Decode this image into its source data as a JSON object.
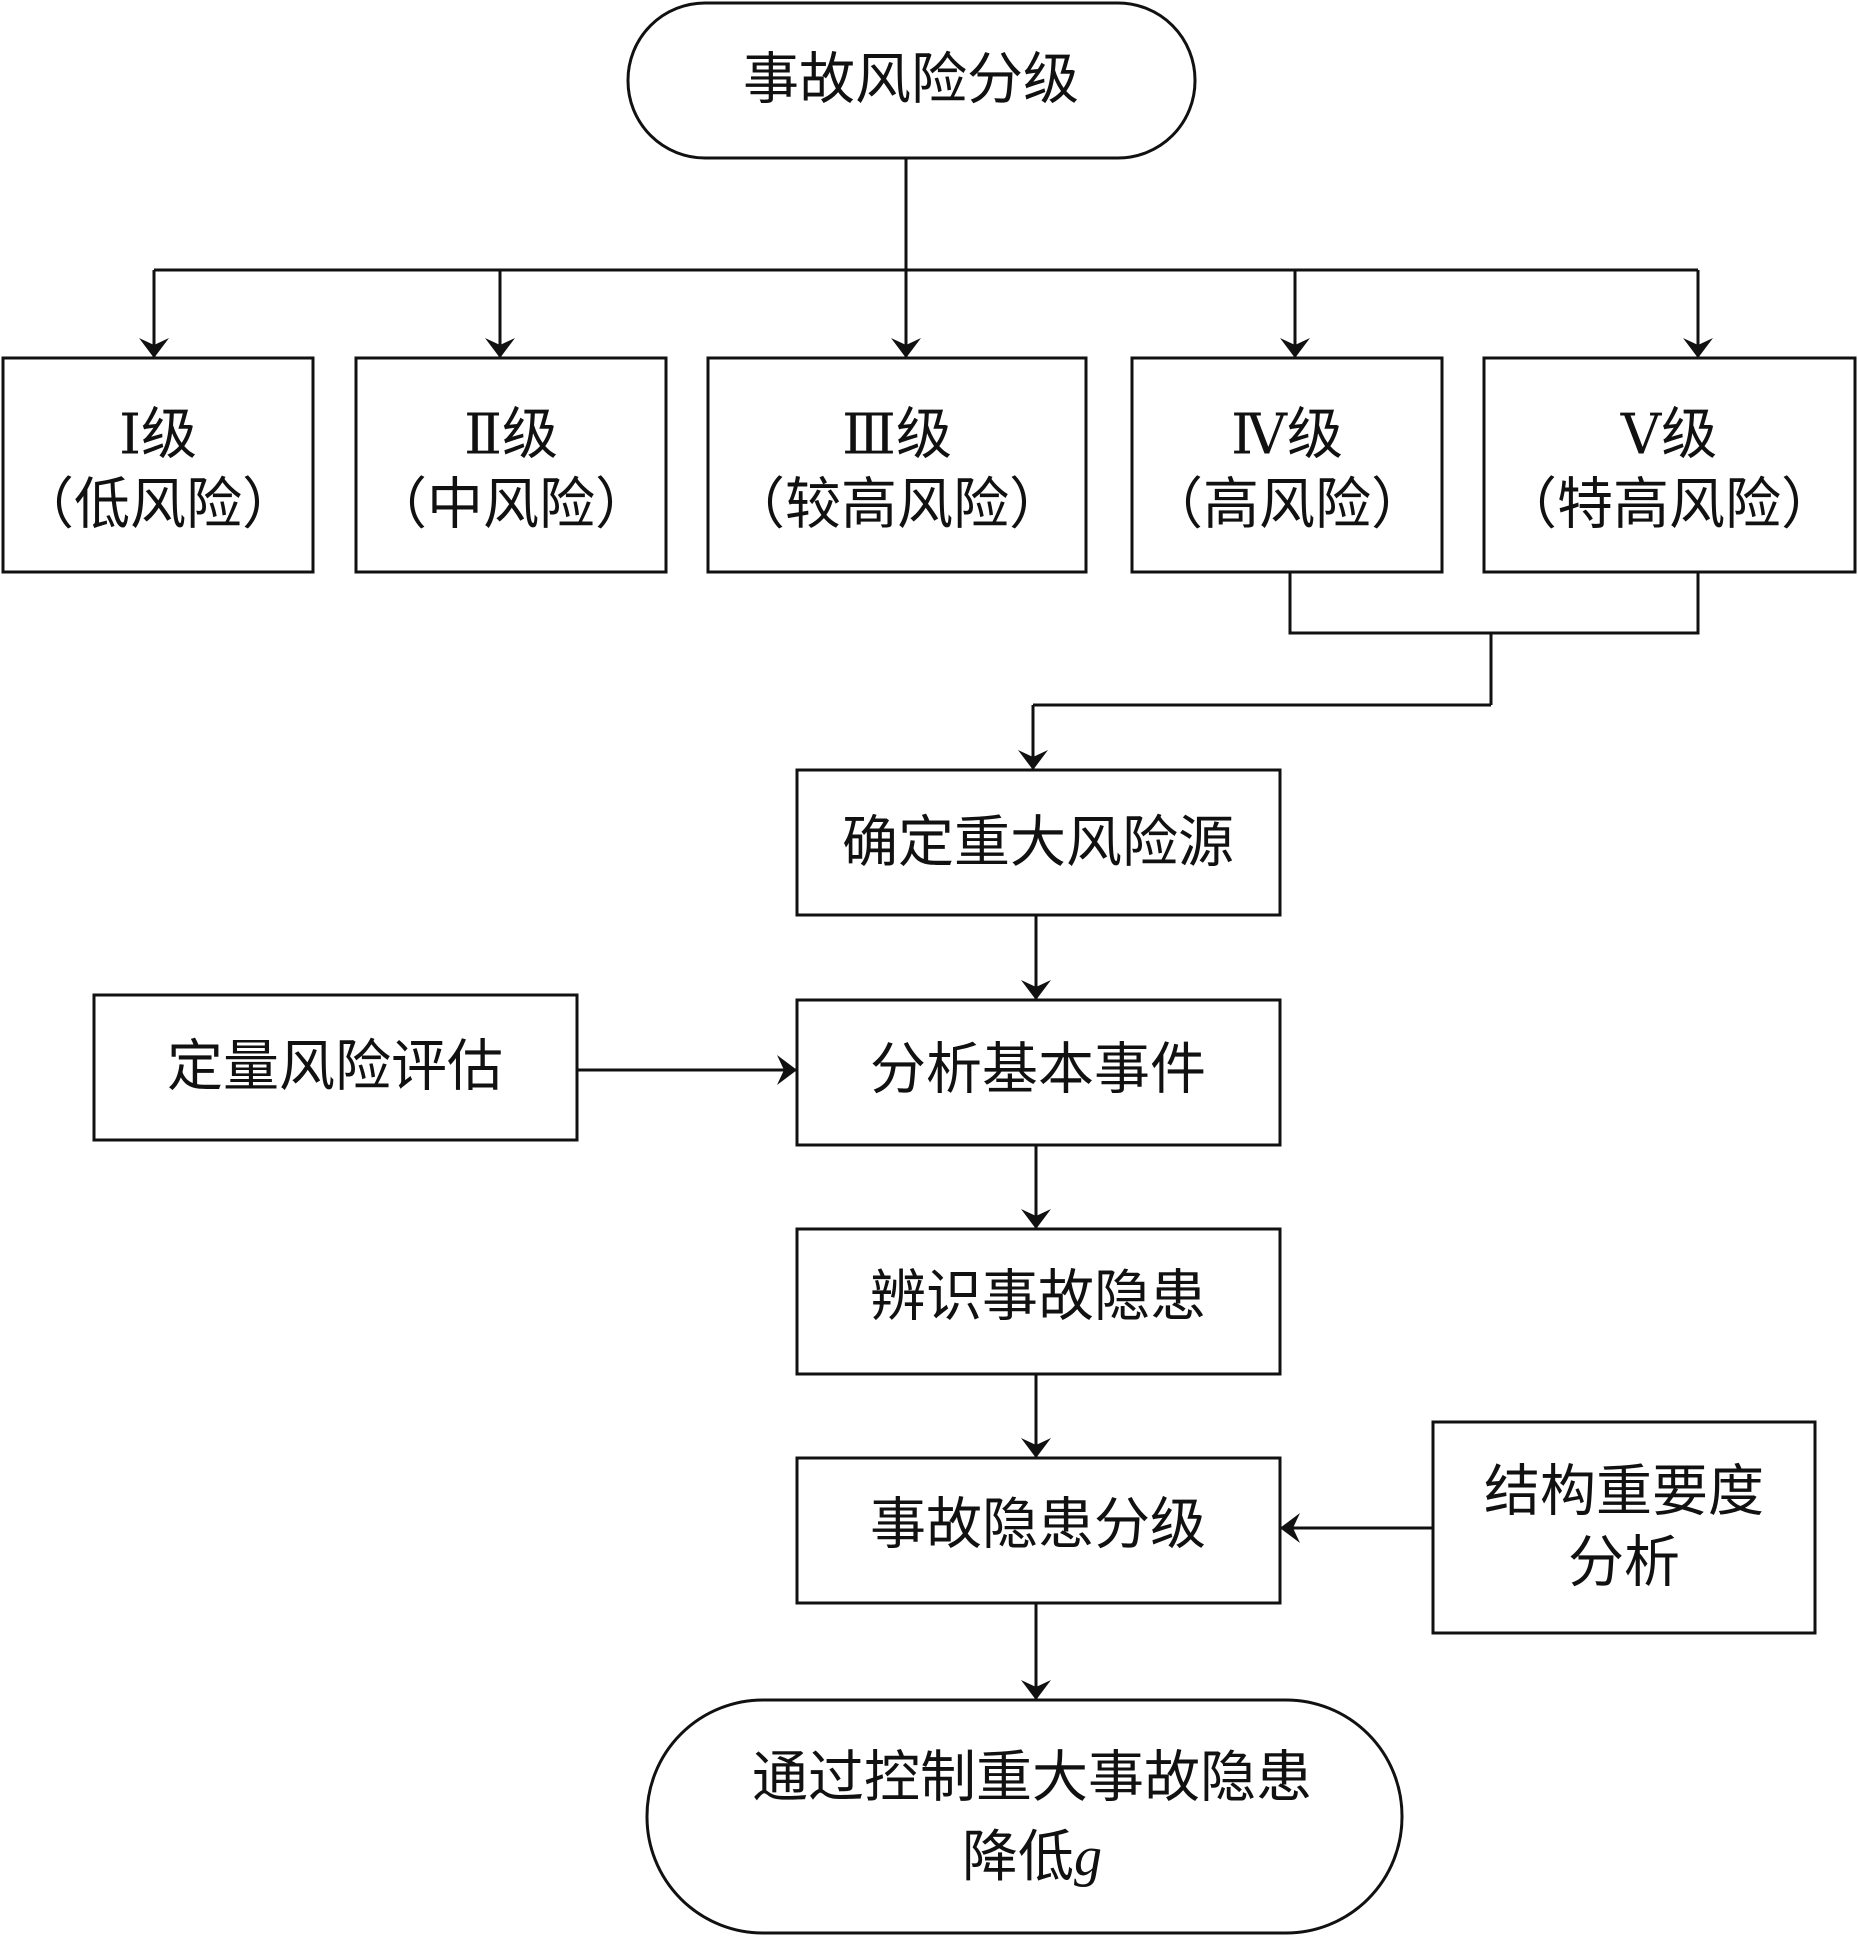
{
  "start": {
    "label": "事故风险分级"
  },
  "levels": [
    {
      "grade": "Ⅰ级",
      "desc": "（低风险）"
    },
    {
      "grade": "Ⅱ级",
      "desc": "（中风险）"
    },
    {
      "grade": "Ⅲ级",
      "desc": "（较高风险）"
    },
    {
      "grade": "Ⅳ级",
      "desc": "（高风险）"
    },
    {
      "grade": "Ⅴ级",
      "desc": "（特高风险）"
    }
  ],
  "steps": {
    "identify_source": "确定重大风险源",
    "analyze_events": "分析基本事件",
    "identify_hazards": "辨识事故隐患",
    "classify_hazards": "事故隐患分级"
  },
  "side_inputs": {
    "quant_assessment": "定量风险评估",
    "struct_importance_line1": "结构重要度",
    "struct_importance_line2": "分析"
  },
  "end": {
    "line1": "通过控制重大事故隐患",
    "line2_text": "降低",
    "line2_symbol": "g"
  }
}
